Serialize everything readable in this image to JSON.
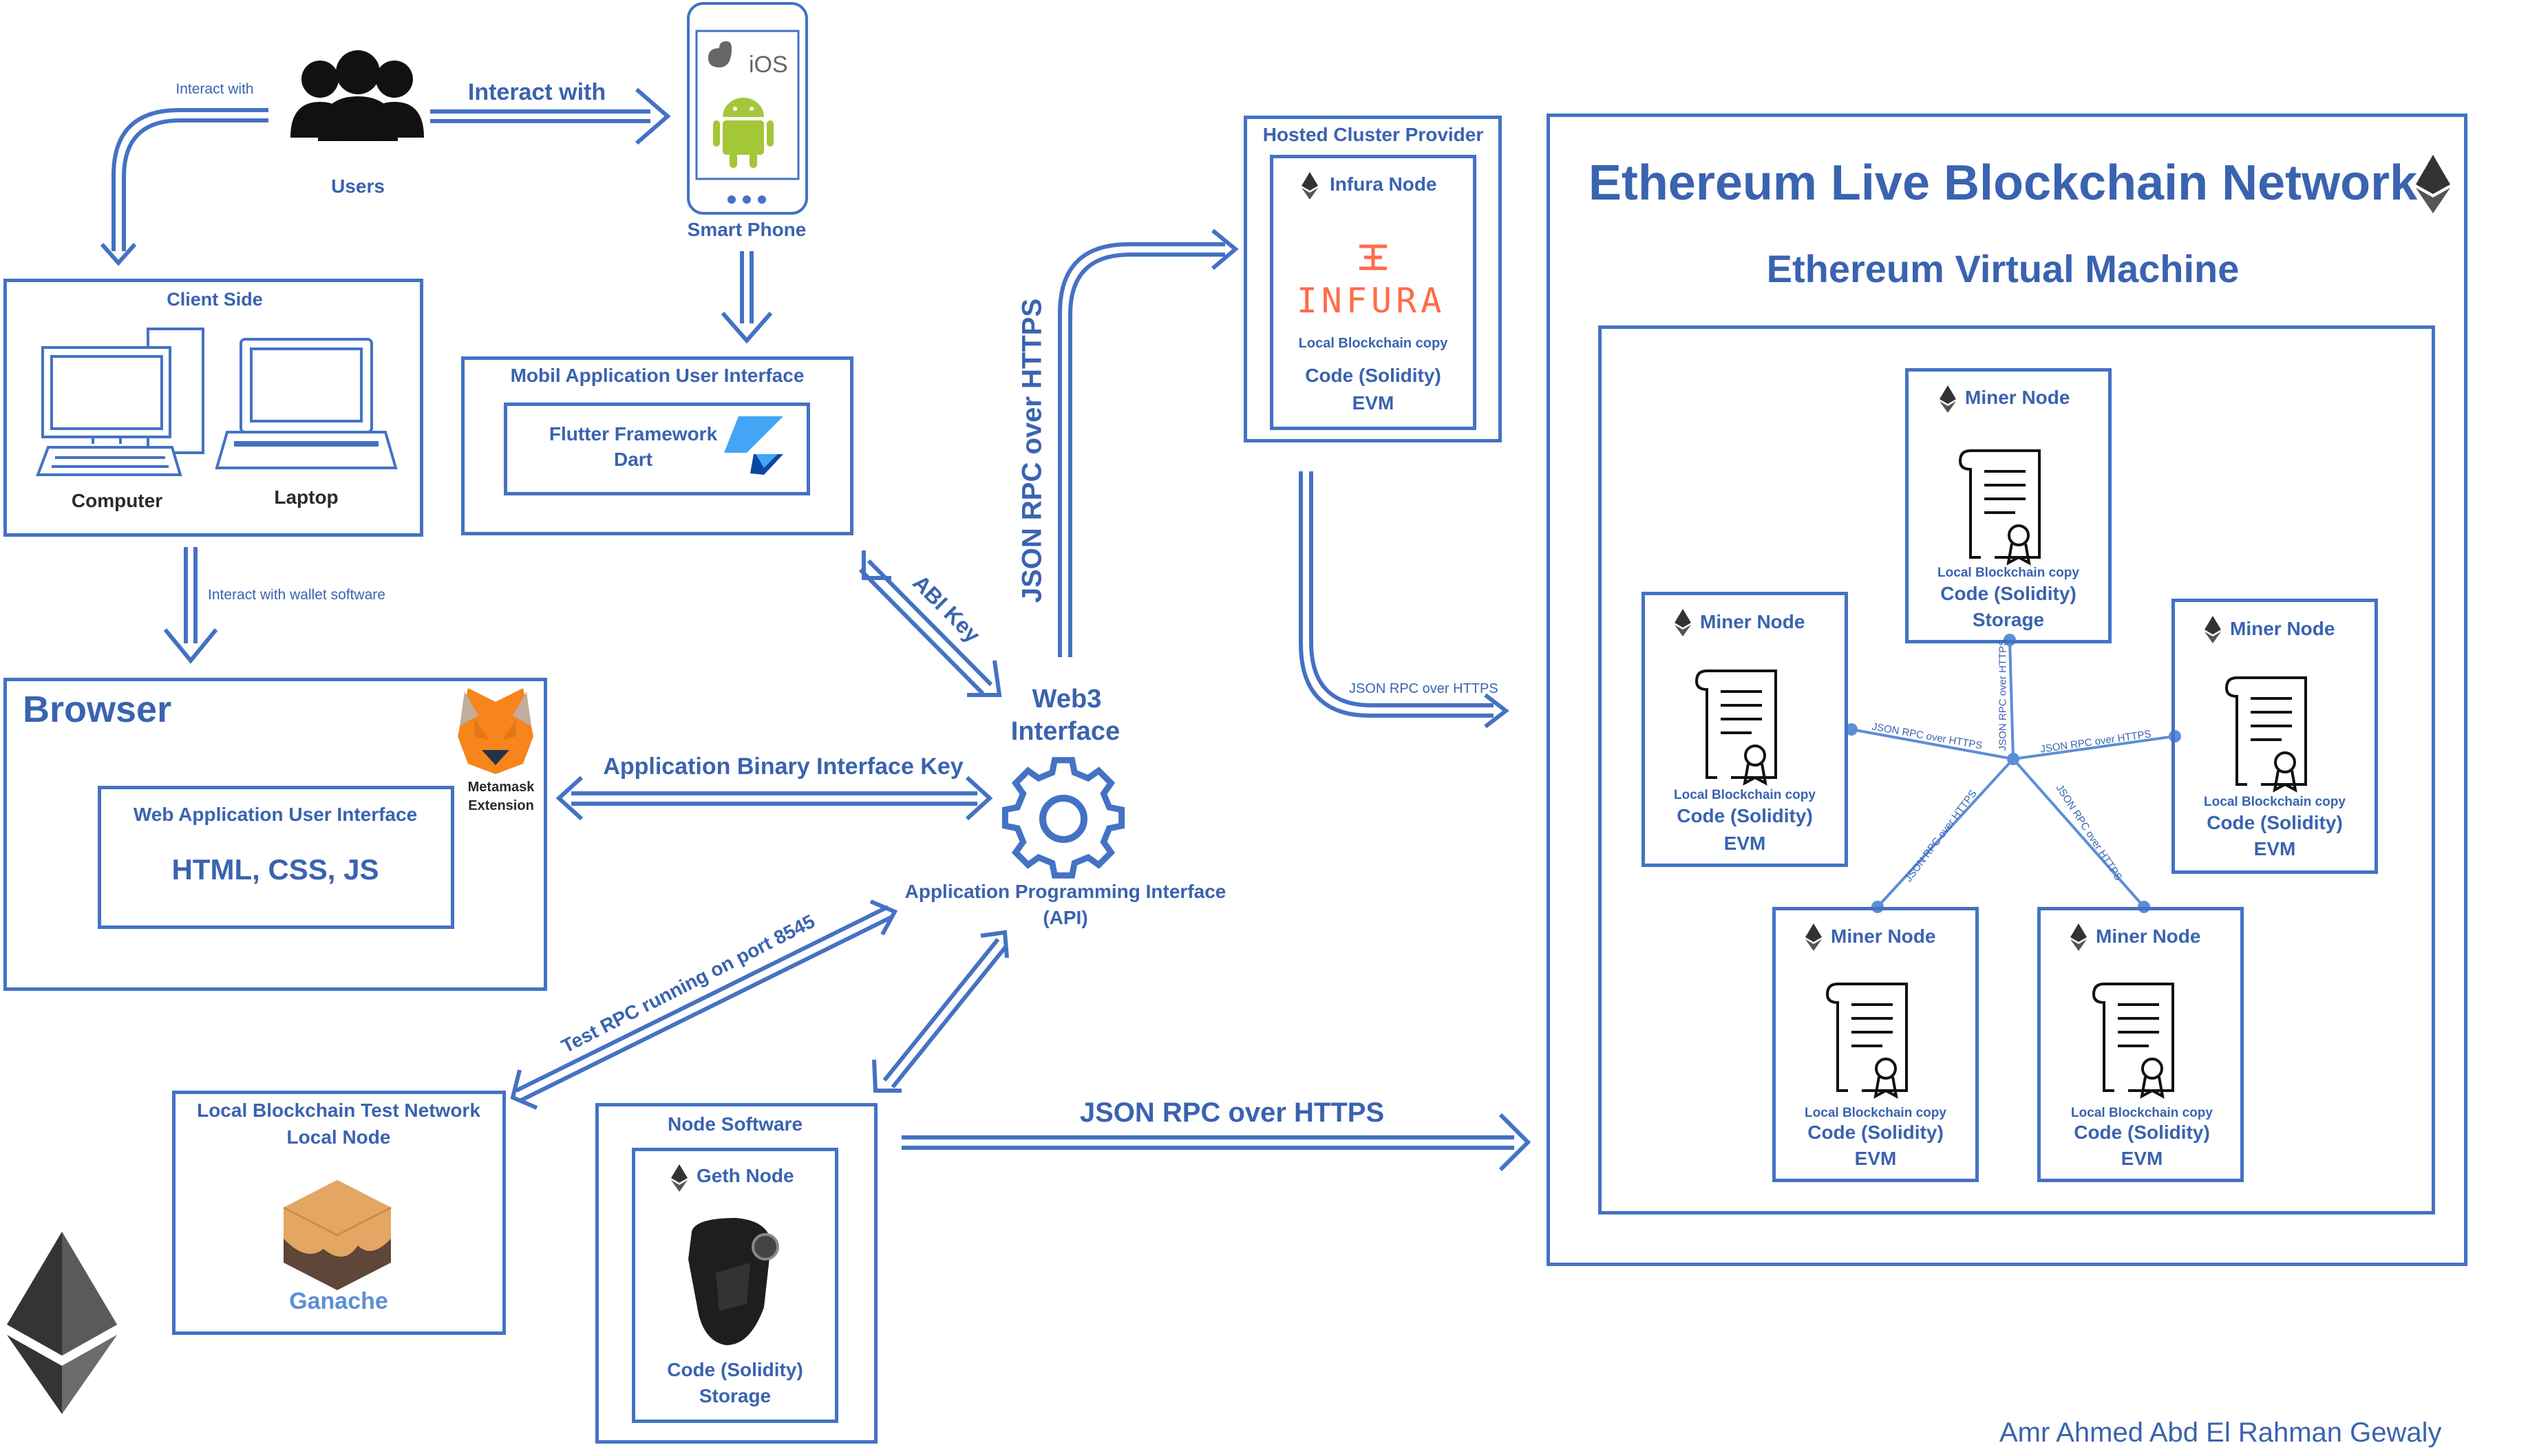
{
  "users": {
    "label": "Users",
    "interact_left": "Interact with",
    "interact_right": "Interact with"
  },
  "smartphone": {
    "label": "Smart Phone",
    "ios": "iOS"
  },
  "client": {
    "title": "Client Side",
    "computer": "Computer",
    "laptop": "Laptop",
    "wallet_link": "Interact with wallet software"
  },
  "mobile_ui": {
    "title": "Mobil Application User Interface",
    "framework": "Flutter Framework",
    "lang": "Dart"
  },
  "browser": {
    "title": "Browser",
    "metamask_1": "Metamask",
    "metamask_2": "Extension",
    "web_ui": "Web Application User Interface",
    "tech": "HTML, CSS, JS"
  },
  "abi": {
    "key_label": "Application Binary Interface Key",
    "short": "ABI Key"
  },
  "web3": {
    "line1": "Web3",
    "line2": "Interface",
    "api_1": "Application Programming Interface",
    "api_2": "(API)"
  },
  "rpc_vertical": "JSON RPC over HTTPS",
  "rpc_bottom": "JSON RPC over HTTPS",
  "rpc_infura": "JSON RPC over HTTPS",
  "test_rpc": "Test RPC running on port 8545",
  "hosted": {
    "title": "Hosted Cluster Provider",
    "node": "Infura Node",
    "logo_text": "INFURA",
    "copy": "Local Blockchain copy",
    "code": "Code (Solidity)",
    "evm": "EVM"
  },
  "ethereum": {
    "title": "Ethereum Live Blockchain Network",
    "subtitle": "Ethereum Virtual Machine"
  },
  "miner_nodes": [
    {
      "title": "Miner Node",
      "copy": "Local Blockchain copy",
      "code": "Code (Solidity)",
      "last": "Storage"
    },
    {
      "title": "Miner Node",
      "copy": "Local Blockchain copy",
      "code": "Code (Solidity)",
      "last": "EVM"
    },
    {
      "title": "Miner Node",
      "copy": "Local Blockchain copy",
      "code": "Code (Solidity)",
      "last": "EVM"
    },
    {
      "title": "Miner Node",
      "copy": "Local Blockchain copy",
      "code": "Code (Solidity)",
      "last": "EVM"
    },
    {
      "title": "Miner Node",
      "copy": "Local Blockchain copy",
      "code": "Code (Solidity)",
      "last": "EVM"
    }
  ],
  "mesh_labels": {
    "left": "JSON RPC over HTTPS",
    "right": "JSON RPC over HTTPS",
    "up": "JSON RPC over HTTPS",
    "down_left": "JSON RPC over HTTPS",
    "down_right": "JSON RPC over HTTPS"
  },
  "local_test": {
    "title1": "Local Blockchain Test Network",
    "title2": "Local Node",
    "ganache": "Ganache"
  },
  "node_software": {
    "title": "Node Software",
    "node": "Geth Node",
    "code": "Code (Solidity)",
    "storage": "Storage"
  },
  "author": "Amr Ahmed Abd El Rahman Gewaly",
  "colors": {
    "primary": "#4472c4",
    "text": "#3a63b0",
    "infura": "#ff6b4a",
    "flutter": "#42a5f5",
    "android": "#a4c639"
  }
}
